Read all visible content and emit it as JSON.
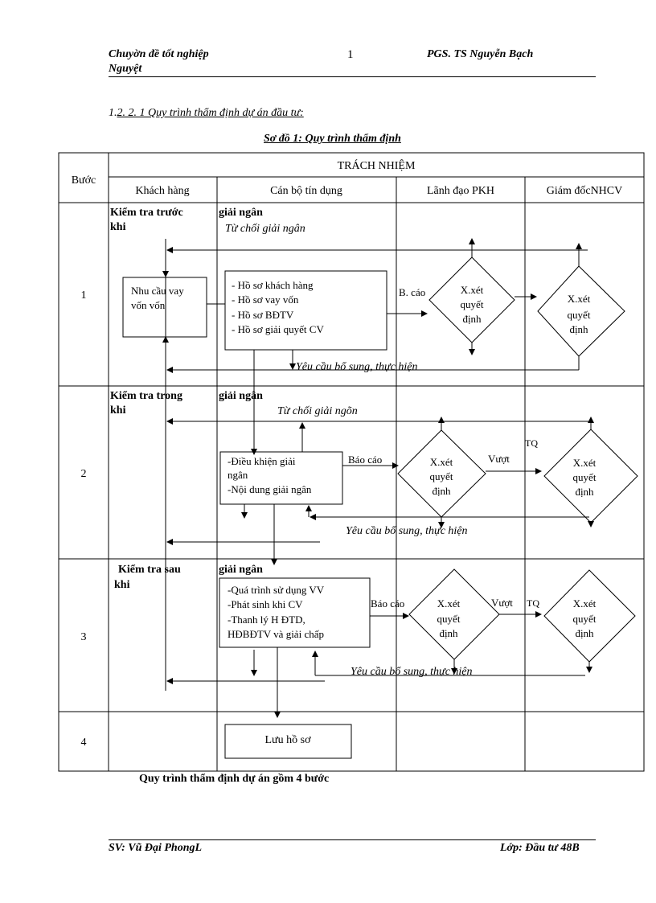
{
  "header": {
    "left": "Chuyờn đề tốt nghiệp",
    "left_line2": "Nguyệt",
    "page_number": "1",
    "right": "PGS. TS Nguyễn Bạch"
  },
  "section": {
    "number": "1.",
    "title": "2. 2. 1 Quy trình thẩm định dự án đầu tư:"
  },
  "caption": "Sơ đồ 1: Quy trình thẩm định",
  "table": {
    "col_step": "Bước",
    "responsibility": "TRÁCH  NHIỆM",
    "columns": [
      "Khách hàng",
      "Cán bộ tín dụng",
      "Lãnh đạo PKH",
      "Giám đốcNHCV"
    ],
    "rows": [
      "1",
      "2",
      "3",
      "4"
    ]
  },
  "stage1": {
    "label_a": "Kiểm tra trước",
    "label_b": "khi",
    "label_c": "giải ngân",
    "reject": "Từ chối giải ngân",
    "need_box": [
      "Nhu cầu vay",
      "vốn vốn"
    ],
    "docs": [
      "- Hồ sơ khách hàng",
      "- Hồ sơ vay vốn",
      "- Hồ sơ BĐTV",
      "- Hồ sơ giải  quyết CV"
    ],
    "report": "B. cáo",
    "decision": [
      "X.xét",
      "quyết",
      "định"
    ],
    "request": "Yêu cầu bổ sung, thực hiện"
  },
  "stage2": {
    "label_a": "Kiểm tra trong",
    "label_b": "khi",
    "label_c": "giải ngân",
    "reject": "Từ chối giải ngõn",
    "box": [
      "-Điều khiện  giải",
      "ngân",
      "-Nội dung  giải  ngân"
    ],
    "report": "Báo cáo",
    "exceed": "Vượt",
    "tq": "TQ",
    "decision": [
      "X.xét",
      "quyết",
      "định"
    ],
    "request": "Yêu cầu bổ sung, thực hiện"
  },
  "stage3": {
    "label_a": "Kiểm tra sau",
    "label_b": "khi",
    "label_c": "giải ngân",
    "box": [
      "-Quá trình  sử  dụng  VV",
      "-Phát sinh  khi  CV",
      "-Thanh lý H ĐTD,",
      "HĐBĐTV và giải  chấp"
    ],
    "report": "Báo cáo",
    "exceed": "Vượt",
    "tq": "TQ",
    "decision": [
      "X.xét",
      "quyết",
      "định"
    ],
    "request": "Yêu cầu bổ sung, thực hiện"
  },
  "stage4": {
    "box": "Lưu hồ sơ"
  },
  "summary": "Quy trình thẩm  định dự án gồm 4 bước",
  "footer": {
    "left": "SV: Vũ Đại PhongL",
    "right": "Lớp: Đầu tư 48B"
  }
}
